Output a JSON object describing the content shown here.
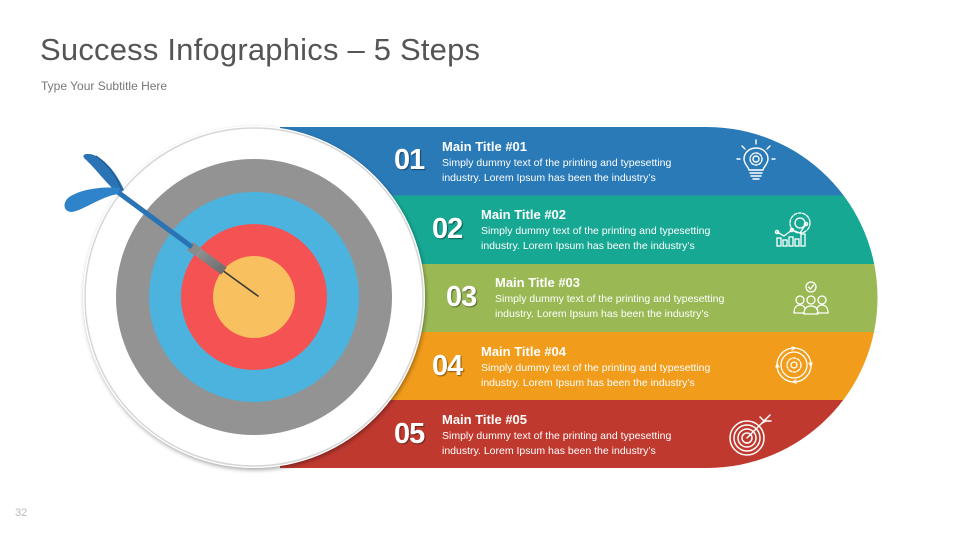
{
  "header": {
    "title": "Success Infographics – 5 Steps",
    "subtitle": "Type Your Subtitle Here"
  },
  "footer": {
    "page_number": "32"
  },
  "target": {
    "ring_colors": [
      "#ffffff",
      "#939393",
      "#4bb3de",
      "#f55353",
      "#f8c05e"
    ],
    "dart_color": "#2a74b5"
  },
  "steps": [
    {
      "number": "01",
      "title": "Main Title #01",
      "line1": "Simply dummy text of the printing and typesetting",
      "line2": "industry. Lorem Ipsum has been the industry’s",
      "color": "#2a7ab8",
      "icon": "lightbulb-gear-icon"
    },
    {
      "number": "02",
      "title": "Main Title #02",
      "line1": "Simply dummy text of the printing and typesetting",
      "line2": "industry. Lorem Ipsum has been the industry’s",
      "color": "#17a893",
      "icon": "chart-gear-icon"
    },
    {
      "number": "03",
      "title": "Main Title #03",
      "line1": "Simply dummy text of the printing and typesetting",
      "line2": "industry. Lorem Ipsum has been the industry’s",
      "color": "#9ab955",
      "icon": "team-check-icon"
    },
    {
      "number": "04",
      "title": "Main Title #04",
      "line1": "Simply dummy text of the printing and typesetting",
      "line2": "industry. Lorem Ipsum has been the industry’s",
      "color": "#f19c1b",
      "icon": "gear-cycle-icon"
    },
    {
      "number": "05",
      "title": "Main Title #05",
      "line1": "Simply dummy text of the printing and typesetting",
      "line2": "industry. Lorem Ipsum has been the industry’s",
      "color": "#c0392f",
      "icon": "target-arrow-icon"
    }
  ]
}
